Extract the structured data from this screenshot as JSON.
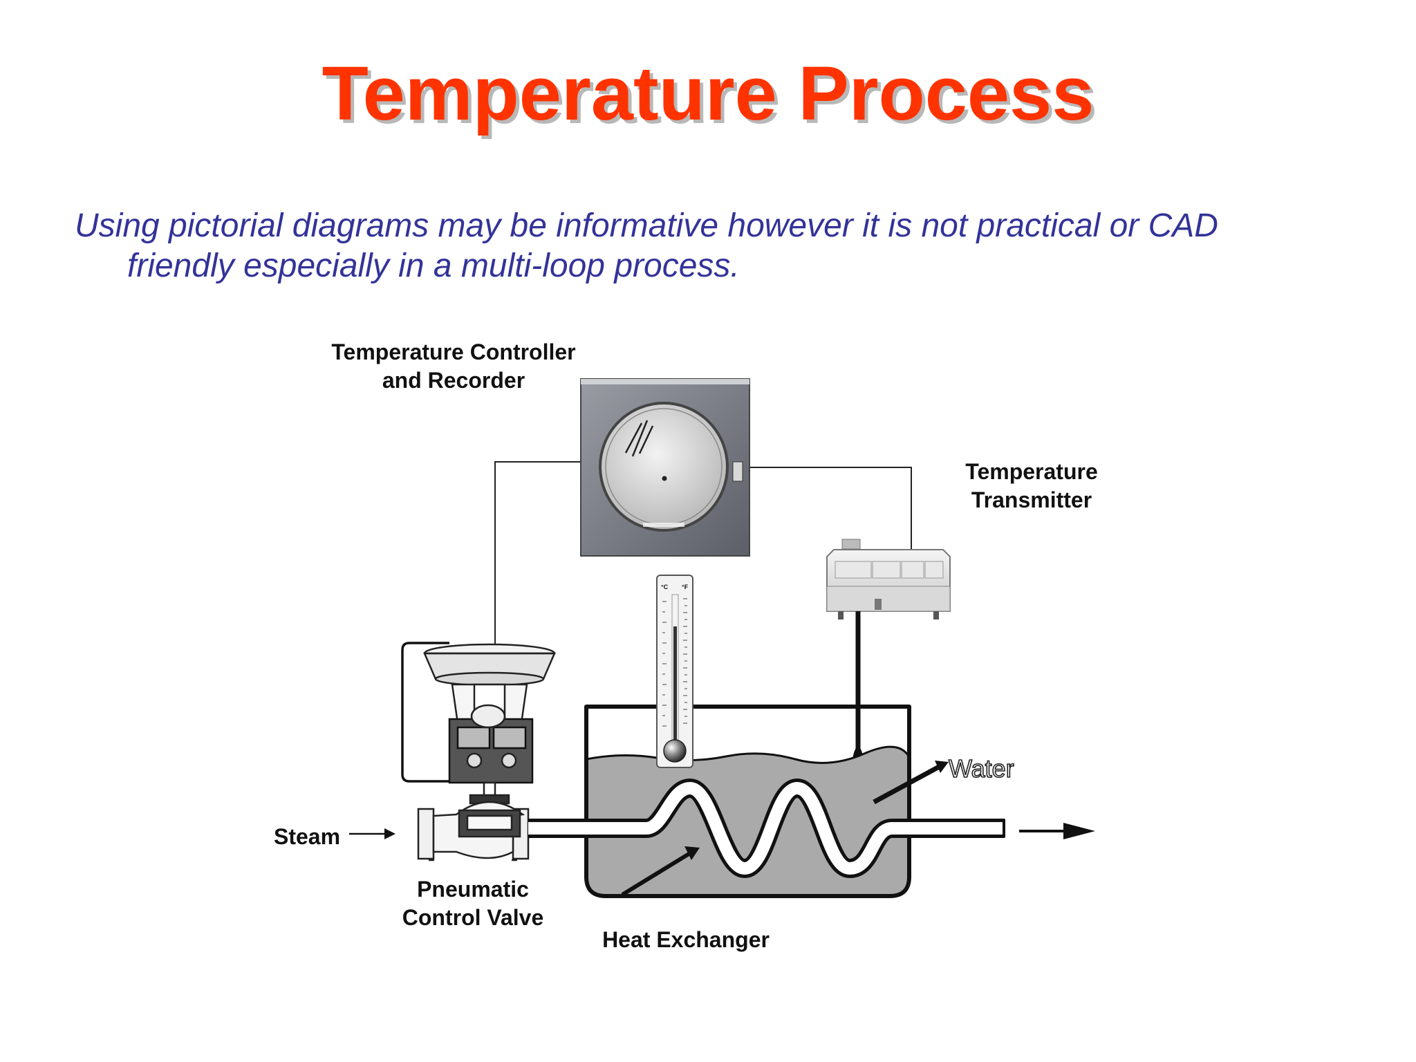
{
  "slide": {
    "title": "Temperature Process",
    "subtitle_line1": "Using pictorial diagrams may be informative however it is not practical or CAD",
    "subtitle_line2": "friendly especially in a multi-loop process."
  },
  "labels": {
    "controller_line1": "Temperature Controller",
    "controller_line2": "and Recorder",
    "transmitter_line1": "Temperature",
    "transmitter_line2": "Transmitter",
    "water": "Water",
    "steam": "Steam",
    "valve_line1": "Pneumatic",
    "valve_line2": "Control Valve",
    "heat_exchanger": "Heat Exchanger",
    "thermometer_c": "°C",
    "thermometer_f": "°F"
  },
  "colors": {
    "title": "#ff3300",
    "subtitle": "#333399",
    "water": "#aaaaaa"
  }
}
